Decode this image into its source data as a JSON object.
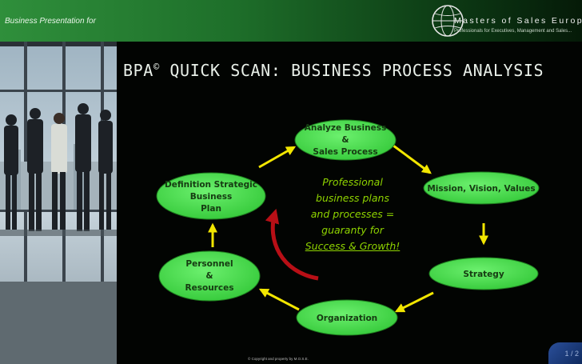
{
  "header": {
    "presentation_label": "Business Presentation for",
    "company_name": "Masters of Sales Europe B.V.",
    "company_tagline": "Professionals for Executives, Management and Sales..."
  },
  "title": {
    "prefix": "BPA",
    "mark": "©",
    "text": " QUICK SCAN: BUSINESS PROCESS ANALYSIS"
  },
  "nodes": {
    "analyze": [
      "Analyze Business",
      "&",
      "Sales Process"
    ],
    "mission": [
      "Mission, Vision, Values"
    ],
    "strategy": [
      "Strategy"
    ],
    "organization": [
      "Organization"
    ],
    "personnel": [
      "Personnel",
      "&",
      "Resources"
    ],
    "definition": [
      "Definition Strategic",
      "Business",
      "Plan"
    ]
  },
  "center_text": [
    "Professional",
    "business plans",
    "and processes =",
    "guaranty for",
    "Success & Growth!"
  ],
  "footer": {
    "copyright": "© Copyright and property by M.O.S.E.",
    "page_number": "1 / 2"
  },
  "colors": {
    "node_fill": "#49e24d",
    "arrow_yellow": "#f2e600",
    "arrow_red": "#b80f16",
    "center_text": "#8fd400",
    "header_green": "#2f8f3b"
  }
}
